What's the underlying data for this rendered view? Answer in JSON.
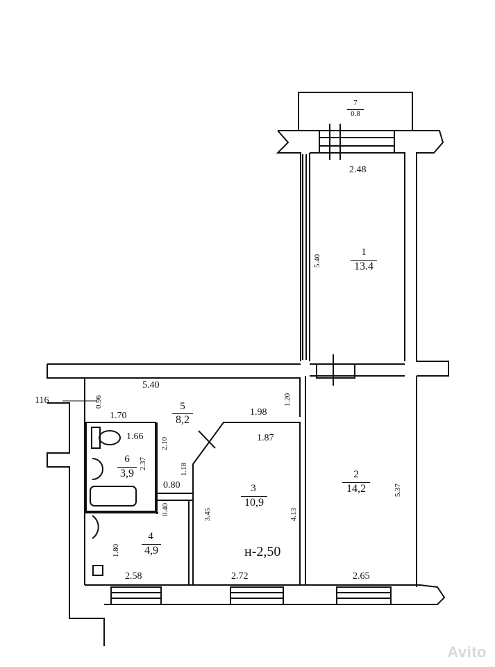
{
  "rooms": [
    {
      "id": "1",
      "number": "1",
      "area": "13.4"
    },
    {
      "id": "2",
      "number": "2",
      "area": "14,2"
    },
    {
      "id": "3",
      "number": "3",
      "area": "10,9"
    },
    {
      "id": "4",
      "number": "4",
      "area": "4,9"
    },
    {
      "id": "5",
      "number": "5",
      "area": "8,2"
    },
    {
      "id": "6",
      "number": "6",
      "area": "3,9"
    },
    {
      "id": "7",
      "number": "7",
      "area": "0.8"
    }
  ],
  "dimensions": {
    "top_room_width": "2.48",
    "top_room_height": "5.40",
    "hall_width": "5.40",
    "hall_side": "0.96",
    "left_offset": "116",
    "hall_left": "1.70",
    "hall_right": "1.98",
    "hall_right_h": "1.20",
    "bath_width": "1.66",
    "bath_h1": "2.10",
    "bath_h2": "2.37",
    "room3_top": "1.87",
    "room3_left": "3.45",
    "room3_right": "4.13",
    "room3_bottom": "2.72",
    "pass_width": "0.80",
    "pass_h": "0.40",
    "pass_h2": "1.18",
    "room4_h": "1.80",
    "room4_bottom": "2.58",
    "room2_h": "5.37",
    "room2_bottom": "2.65"
  },
  "ceiling_height": "н-2,50",
  "watermark": "Avito"
}
